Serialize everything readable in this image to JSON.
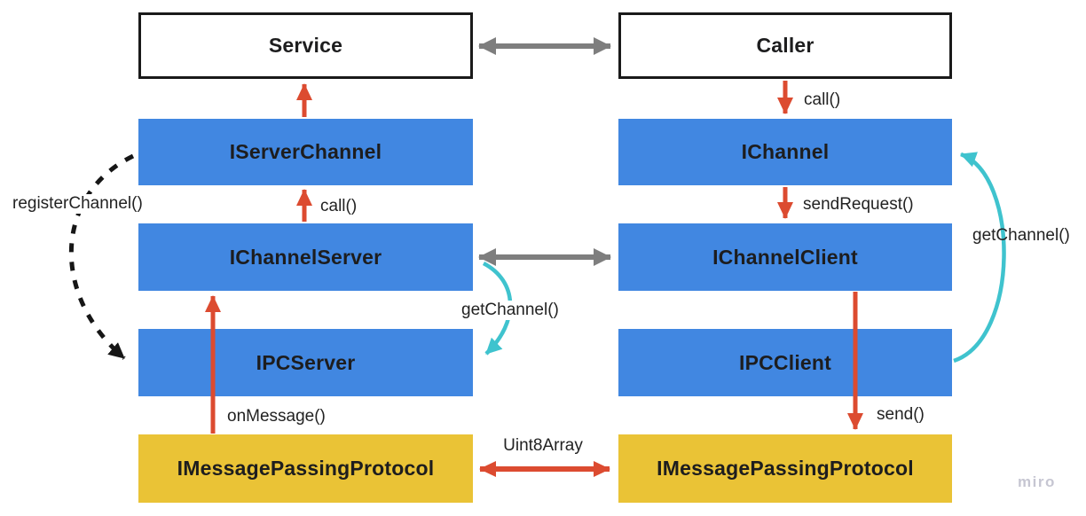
{
  "boxes": {
    "service": "Service",
    "caller": "Caller",
    "iserverchannel": "IServerChannel",
    "ichannel": "IChannel",
    "ichannelserver": "IChannelServer",
    "ichannelclient": "IChannelClient",
    "ipcserver": "IPCServer",
    "ipcclient": "IPCClient",
    "imp_server": "IMessagePassingProtocol",
    "imp_client": "IMessagePassingProtocol"
  },
  "connections": [
    {
      "from": "Service",
      "to": "Caller",
      "label": "",
      "color": "gray",
      "style": "bidirectional"
    },
    {
      "from": "Caller",
      "to": "IChannel",
      "label": "call()",
      "color": "red",
      "style": "solid"
    },
    {
      "from": "IChannel",
      "to": "IChannelClient",
      "label": "sendRequest()",
      "color": "red",
      "style": "solid"
    },
    {
      "from": "IChannelClient",
      "to": "IMessagePassingProtocol (client)",
      "label": "send()",
      "color": "red",
      "style": "solid"
    },
    {
      "from": "IServerChannel",
      "to": "Service",
      "label": "",
      "color": "red",
      "style": "solid"
    },
    {
      "from": "IChannelServer",
      "to": "IServerChannel",
      "label": "call()",
      "color": "red",
      "style": "solid"
    },
    {
      "from": "IMessagePassingProtocol (server)",
      "to": "IChannelServer",
      "label": "onMessage()",
      "color": "red",
      "style": "solid"
    },
    {
      "from": "IChannelServer",
      "to": "IChannelClient",
      "label": "",
      "color": "gray",
      "style": "bidirectional"
    },
    {
      "from": "IMessagePassingProtocol (server)",
      "to": "IMessagePassingProtocol (client)",
      "label": "Uint8Array",
      "color": "red",
      "style": "bidirectional"
    },
    {
      "from": "IChannelServer",
      "to": "IPCServer",
      "label": "getChannel()",
      "color": "cyan",
      "style": "curved"
    },
    {
      "from": "IPCClient",
      "to": "IChannel",
      "label": "getChannel()",
      "color": "cyan",
      "style": "curved"
    },
    {
      "from": "IServerChannel",
      "to": "IPCServer",
      "label": "registerChannel()",
      "color": "black",
      "style": "dashed-curved"
    }
  ],
  "watermark": "miro",
  "colors": {
    "blue": "#4187E1",
    "yellow": "#EAC336",
    "red": "#DC4B30",
    "cyan": "#3FC3CE",
    "gray": "#7E7E7E",
    "dashed": "#161616",
    "border": "#1A1A1A",
    "text": "#1D1D1E",
    "label": "#222222",
    "miro": "#C6C6D2"
  }
}
